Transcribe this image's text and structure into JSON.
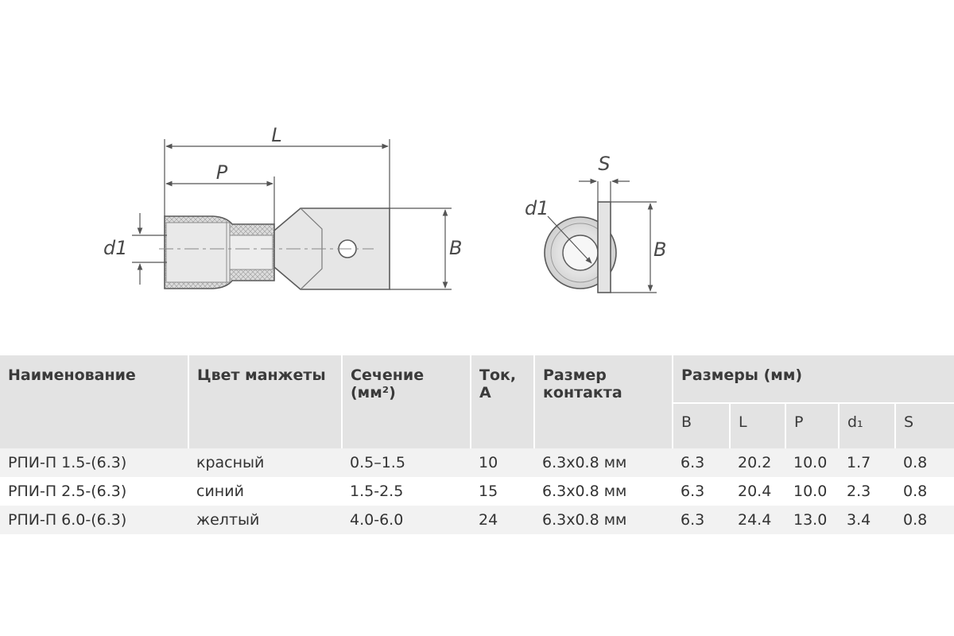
{
  "drawing": {
    "side_labels": {
      "length": "L",
      "crimp": "P",
      "diameter": "d1",
      "width": "B"
    },
    "end_labels": {
      "thickness": "S",
      "diameter": "d1",
      "width": "B"
    }
  },
  "table": {
    "headers": {
      "name": "Наименование",
      "color": "Цвет манжеты",
      "section": "Сечение",
      "section_unit": "(мм²)",
      "current": "Ток,",
      "current_unit": "А",
      "contact": "Размер",
      "contact_line2": "контакта",
      "dims": "Размеры (мм)",
      "dim_b": "B",
      "dim_l": "L",
      "dim_p": "P",
      "dim_d1": "d₁",
      "dim_s": "S"
    },
    "rows": [
      {
        "name": "РПИ-П 1.5-(6.3)",
        "color": "красный",
        "section": "0.5–1.5",
        "current": "10",
        "contact": "6.3x0.8 мм",
        "b": "6.3",
        "l": "20.2",
        "p": "10.0",
        "d1": "1.7",
        "s": "0.8"
      },
      {
        "name": "РПИ-П 2.5-(6.3)",
        "color": "синий",
        "section": "1.5-2.5",
        "current": "15",
        "contact": "6.3x0.8 мм",
        "b": "6.3",
        "l": "20.4",
        "p": "10.0",
        "d1": "2.3",
        "s": "0.8"
      },
      {
        "name": "РПИ-П 6.0-(6.3)",
        "color": "желтый",
        "section": "4.0-6.0",
        "current": "24",
        "contact": "6.3x0.8 мм",
        "b": "6.3",
        "l": "24.4",
        "p": "13.0",
        "d1": "3.4",
        "s": "0.8"
      }
    ]
  },
  "colors": {
    "line": "#5a5a5a",
    "header_bg": "#e3e3e3",
    "row_alt_bg": "#f2f2f2",
    "metal": "#e6e6e6",
    "sleeve": "#d8d8d8"
  }
}
